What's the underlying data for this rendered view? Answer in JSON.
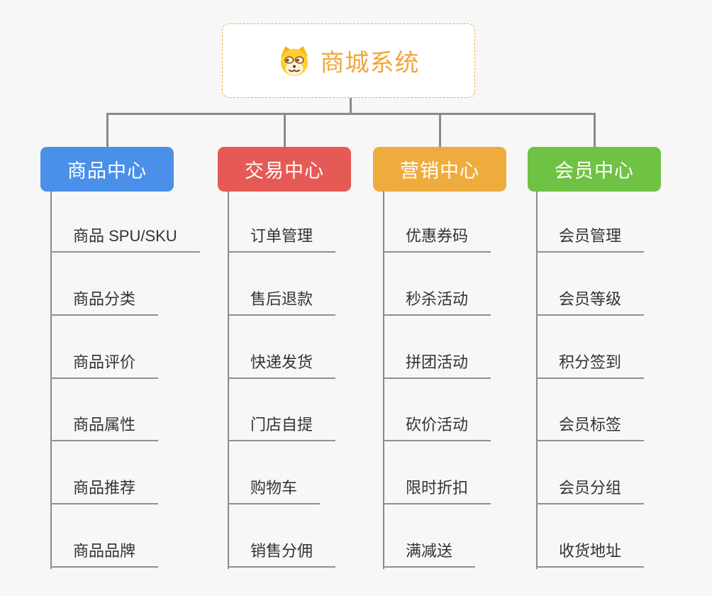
{
  "root": {
    "title": "商城系统",
    "icon": "dog-face-icon"
  },
  "branches": [
    {
      "id": "product-center",
      "label": "商品中心",
      "color": "#4a90e8",
      "items": [
        "商品 SPU/SKU",
        "商品分类",
        "商品评价",
        "商品属性",
        "商品推荐",
        "商品品牌"
      ]
    },
    {
      "id": "trade-center",
      "label": "交易中心",
      "color": "#e55a55",
      "items": [
        "订单管理",
        "售后退款",
        "快递发货",
        "门店自提",
        "购物车",
        "销售分佣"
      ]
    },
    {
      "id": "marketing-center",
      "label": "营销中心",
      "color": "#eeac3f",
      "items": [
        "优惠券码",
        "秒杀活动",
        "拼团活动",
        "砍价活动",
        "限时折扣",
        "满减送"
      ]
    },
    {
      "id": "member-center",
      "label": "会员中心",
      "color": "#70c244",
      "items": [
        "会员管理",
        "会员等级",
        "积分签到",
        "会员标签",
        "会员分组",
        "收货地址"
      ]
    }
  ],
  "colors": {
    "canvas_bg": "#f7f7f7",
    "connector": "#8a8a8a",
    "underline": "#909090",
    "item_text": "#333333",
    "root_border": "#f2a93c",
    "root_title": "#f0a63e",
    "branch_label": "#ffffff"
  }
}
